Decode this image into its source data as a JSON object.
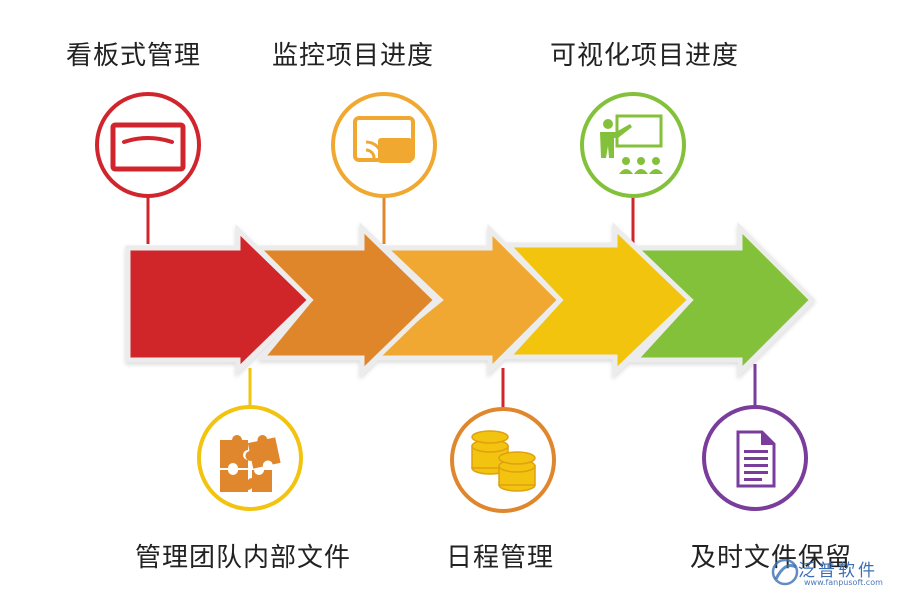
{
  "labels": {
    "kanban": "看板式管理",
    "monitor": "监控项目进度",
    "visual": "可视化项目进度",
    "team_files": "管理团队内部文件",
    "schedule": "日程管理",
    "archive": "及时文件保留"
  },
  "icons": {
    "kanban": "kanban-board-icon",
    "monitor": "wireless-screen-icon",
    "visual": "presentation-teacher-icon",
    "team_files": "puzzle-pieces-icon",
    "schedule": "coin-stacks-icon",
    "archive": "document-icon"
  },
  "colors": {
    "red": "#d0252c",
    "orange": "#e0862c",
    "amber": "#f0a830",
    "yellow": "#f2c40f",
    "green": "#84c13a",
    "purple": "#7a3d9c"
  },
  "watermark": {
    "name": "泛普软件",
    "url": "www.fanpusoft.com"
  }
}
